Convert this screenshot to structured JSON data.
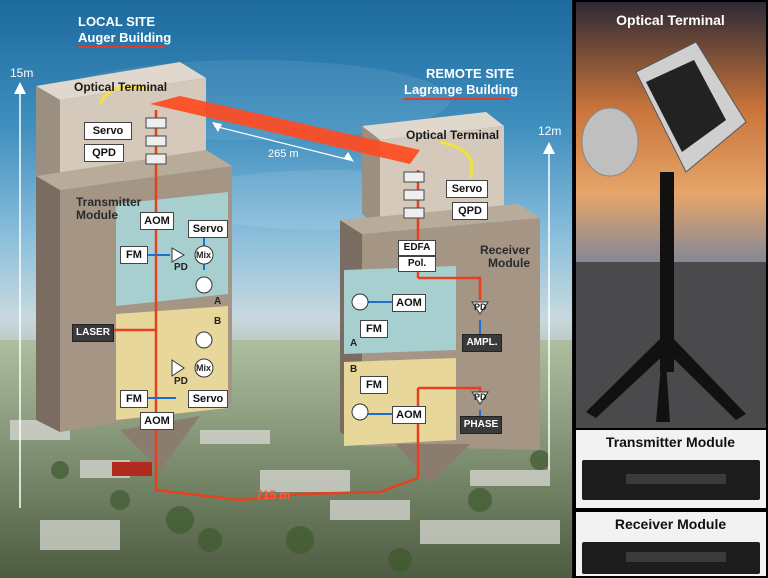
{
  "local_site": {
    "title": "LOCAL SITE",
    "building": "Auger Building",
    "height": "15m"
  },
  "remote_site": {
    "title": "REMOTE SITE",
    "building": "Lagrange Building",
    "height": "12m"
  },
  "distances": {
    "free_space": "265 m",
    "fiber": "715 m"
  },
  "transmitter": {
    "terminal_title": "Optical Terminal",
    "module_title": "Transmitter Module",
    "servo": "Servo",
    "qpd": "QPD",
    "aom_a": "AOM",
    "servo_a": "Servo",
    "fm_a": "FM",
    "pd_a": "PD",
    "mix_a": "Mix",
    "label_a": "A",
    "laser": "LASER",
    "label_b": "B",
    "pd_b": "PD",
    "mix_b": "Mix",
    "fm_b": "FM",
    "servo_b": "Servo",
    "aom_b": "AOM"
  },
  "receiver": {
    "terminal_title": "Optical Terminal",
    "module_title": "Receiver Module",
    "servo": "Servo",
    "qpd": "QPD",
    "edfa": "EDFA",
    "pol": "Pol.",
    "aom_a": "AOM",
    "fm_a": "FM",
    "label_a": "A",
    "pd_a": "PD",
    "ampl": "AMPL.",
    "label_b": "B",
    "fm_b": "FM",
    "aom_b": "AOM",
    "pd_b": "PD",
    "phase": "PHASE"
  },
  "photos": {
    "optical_terminal": "Optical Terminal",
    "transmitter_module": "Transmitter Module",
    "receiver_module": "Receiver Module"
  },
  "colors": {
    "beam": "#ff4b1f",
    "fiber": "#e8401e",
    "accent_underline": "#e03a2a",
    "module_a": "#a8cfcf",
    "module_b": "#e8d79a"
  }
}
